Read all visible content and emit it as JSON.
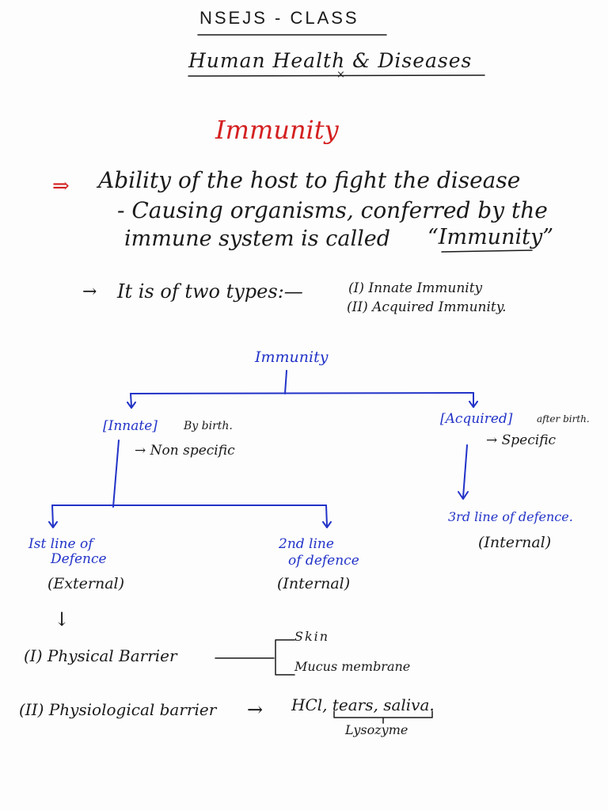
{
  "header": {
    "class_title": "NSEJS - CLASS",
    "chapter_title": "Human Health & Diseases",
    "divider_mark": "×"
  },
  "topic": {
    "title": "Immunity"
  },
  "definition": {
    "arrow": "⇒",
    "line1": "Ability of the host to fight the disease",
    "line2": "- Causing organisms, conferred by the",
    "line3_start": "immune system is called",
    "quoted_term": "“Immunity”"
  },
  "types": {
    "arrow": "→",
    "lead": "It is of two types:—",
    "type1": "(I) Innate Immunity",
    "type2": "(II) Acquired Immunity."
  },
  "tree": {
    "root": "Immunity",
    "innate_label": "[Innate]",
    "innate_note": "By birth.",
    "innate_detail": "→ Non specific",
    "acquired_label": "[Acquired]",
    "acquired_note": "after birth.",
    "acquired_detail": "→ Specific",
    "third_line": "3rd line of defence.",
    "third_type": "(Internal)",
    "first_line_a": "Ist line of",
    "first_line_b": "Defence",
    "first_type": "(External)",
    "second_line_a": "2nd line",
    "second_line_b": "of defence",
    "second_type": "(Internal)"
  },
  "barriers": {
    "down_arrow": "↓",
    "physical_label": "(I) Physical Barrier",
    "physical_items": [
      "Skin",
      "Mucus membrane"
    ],
    "physiological_label": "(II) Physiological barrier",
    "physiological_arrow": "→",
    "physiological_items": "HCl, tears, saliva.",
    "physiological_note": "Lysozyme"
  }
}
